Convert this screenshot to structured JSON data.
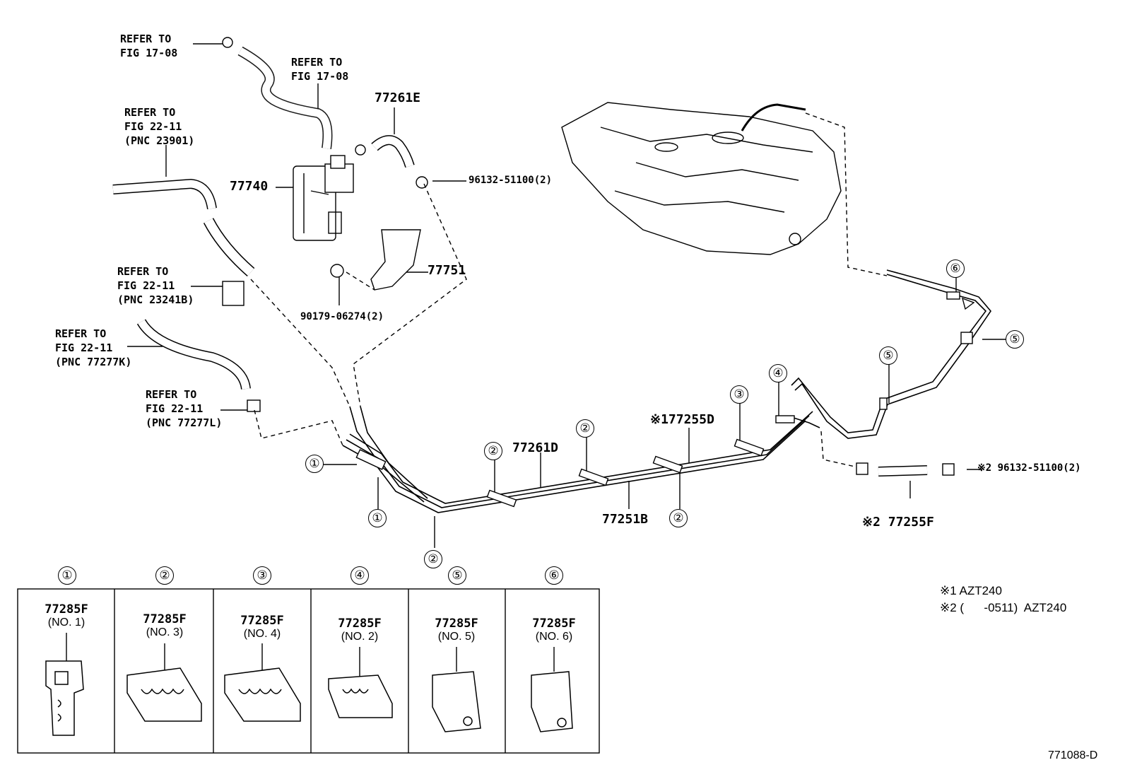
{
  "refs": {
    "r1": "REFER TO\nFIG 17-08",
    "r2": "REFER TO\nFIG 17-08",
    "r3": "REFER TO\nFIG 22-11\n(PNC 23901)",
    "r4": "REFER TO\nFIG 22-11\n(PNC 23241B)",
    "r5": "REFER TO\nFIG 22-11\n(PNC 77277K)",
    "r6": "REFER TO\nFIG 22-11\n(PNC 77277L)"
  },
  "parts": {
    "p77261E": "77261E",
    "p77740": "77740",
    "p96132a": "96132-51100(2)",
    "p77751": "77751",
    "p90179": "90179-06274(2)",
    "p77261D": "77261D",
    "p77255D": "※177255D",
    "p77251B": "77251B",
    "p96132b": "※2 96132-51100(2)",
    "p77255F": "※2 77255F"
  },
  "callouts": [
    "①",
    "②",
    "③",
    "④",
    "⑤",
    "⑥"
  ],
  "clamp_table": [
    {
      "num": "①",
      "part": "77285F",
      "sub": "(NO. 1)"
    },
    {
      "num": "②",
      "part": "77285F",
      "sub": "(NO. 3)"
    },
    {
      "num": "③",
      "part": "77285F",
      "sub": "(NO. 4)"
    },
    {
      "num": "④",
      "part": "77285F",
      "sub": "(NO. 2)"
    },
    {
      "num": "⑤",
      "part": "77285F",
      "sub": "(NO. 5)"
    },
    {
      "num": "⑥",
      "part": "77285F",
      "sub": "(NO. 6)"
    }
  ],
  "notes": {
    "n1": "※1 AZT240",
    "n2": "※2 (      -0511)  AZT240"
  },
  "figure_id": "771088-D"
}
